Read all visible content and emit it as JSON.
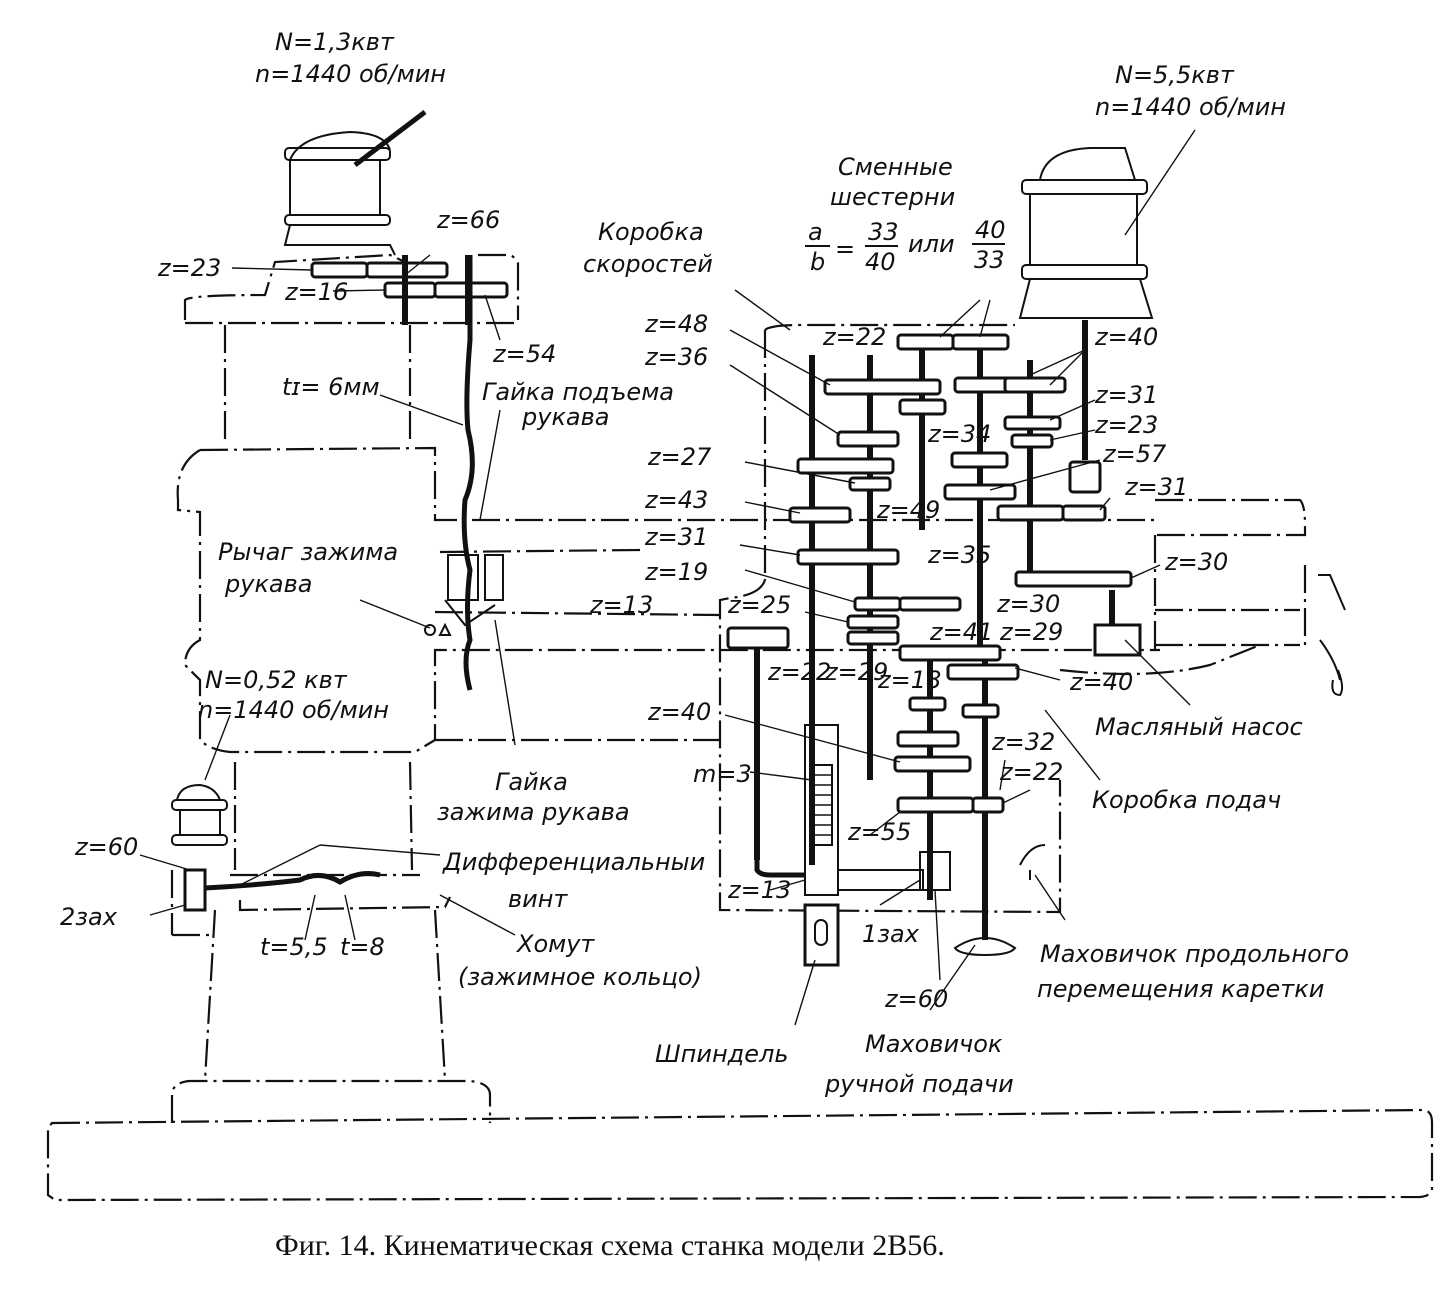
{
  "caption": "Фиг. 14. Кинематическая схема станка модели 2В56.",
  "motors": {
    "arm_lift": {
      "power": "N=1,3квт",
      "speed": "n=1440 об/мин"
    },
    "main": {
      "power": "N=5,5квт",
      "speed": "n=1440 об/мин"
    },
    "clamp": {
      "power": "N=0,52 квт",
      "speed": "n=1440 об/мин"
    }
  },
  "change_gears": {
    "title_line1": "Сменные",
    "title_line2": "шестерни",
    "ratio_num": "a",
    "ratio_den": "b",
    "eq": "=",
    "opt1_num": "33",
    "opt1_den": "40",
    "or": "или",
    "opt2_num": "40",
    "opt2_den": "33"
  },
  "labels": {
    "speed_box": [
      "Коробка",
      "скоростей"
    ],
    "arm_lift_nut": [
      "Гайка подъема",
      "рукава"
    ],
    "arm_clamp_lever": [
      "Рычаг зажима",
      "рукава"
    ],
    "arm_clamp_nut": [
      "Гайка",
      "зажима рукава"
    ],
    "diff_screw": [
      "Дифференциальныи",
      "винт"
    ],
    "collar": [
      "Хомут",
      "(зажимное кольцо)"
    ],
    "oil_pump": "Масляный насос",
    "feed_box": "Коробка подач",
    "spindle": "Шпиндель",
    "hand_feed_wheel": [
      "Маховичок",
      "ручной подачи"
    ],
    "carriage_wheel": [
      "Маховичок продольного",
      "перемещения каретки"
    ],
    "lead_screw_pitch": "tɪ= 6мм",
    "t55": "t=5,5",
    "t8": "t=8",
    "worm1": "1зах",
    "worm2": "2зах",
    "module": "m=3"
  },
  "gears": {
    "arm": [
      "z=23",
      "z=66",
      "z=16",
      "z=54"
    ],
    "speed_left": [
      "z=48",
      "z=36",
      "z=27",
      "z=43",
      "z=31",
      "z=19",
      "z=13",
      "z=25",
      "z=40"
    ],
    "speed_inner": [
      "z=22",
      "z=34",
      "z=49",
      "z=35",
      "z=41",
      "z=22",
      "z=29",
      "z=18",
      "z=30",
      "z=29"
    ],
    "speed_right": [
      "z=40",
      "z=31",
      "z=23",
      "z=57",
      "z=31",
      "z=30",
      "z=40"
    ],
    "feed": [
      "z=32",
      "z=22",
      "z=55",
      "z=13",
      "z=60"
    ],
    "clamp": [
      "z=60"
    ]
  }
}
